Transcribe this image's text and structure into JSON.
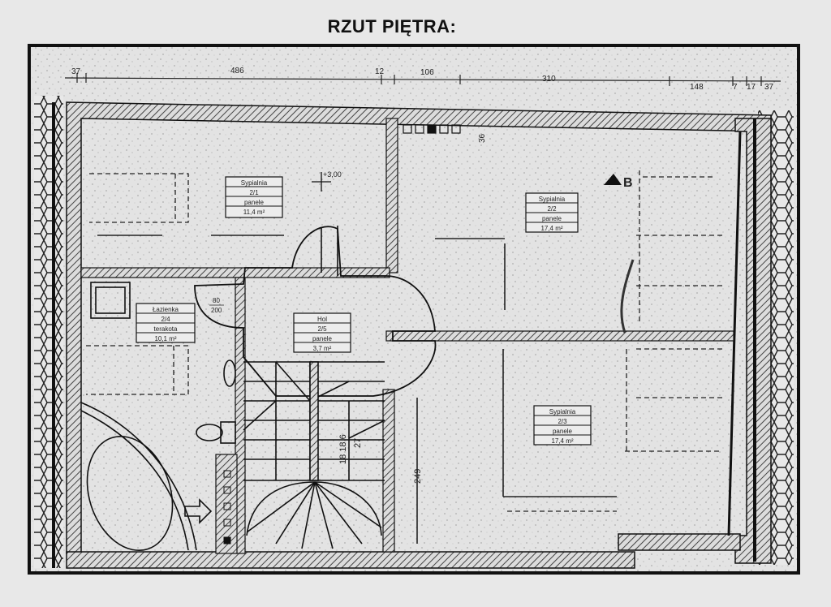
{
  "title": "RZUT PIĘTRA:",
  "dimensions": {
    "d37a": "37",
    "d486": "486",
    "d12": "12",
    "d106": "106",
    "d310": "310",
    "d148": "148",
    "d7": "7",
    "d17": "17",
    "d37b": "37",
    "d36": "36",
    "d249": "249",
    "d27": "27",
    "d18_18_6": "18 18 6",
    "d80_200": "80\n200"
  },
  "level_mark": "+3,00",
  "section_mark": "B",
  "rooms": [
    {
      "name": "Sypialnia",
      "number": "2/1",
      "floor": "panele",
      "area": "11,4 m²"
    },
    {
      "name": "Sypialnia",
      "number": "2/2",
      "floor": "panele",
      "area": "17,4 m²"
    },
    {
      "name": "Łazienka",
      "number": "2/4",
      "floor": "terakota",
      "area": "10,1 m²"
    },
    {
      "name": "Hol",
      "number": "2/5",
      "floor": "panele",
      "area": "3,7 m²"
    },
    {
      "name": "Sypialnia",
      "number": "2/3",
      "floor": "panele",
      "area": "17,4 m²"
    }
  ],
  "colors": {
    "paper": "#e4e4e4",
    "ink": "#1a1a1a",
    "hatch": "#555555"
  }
}
